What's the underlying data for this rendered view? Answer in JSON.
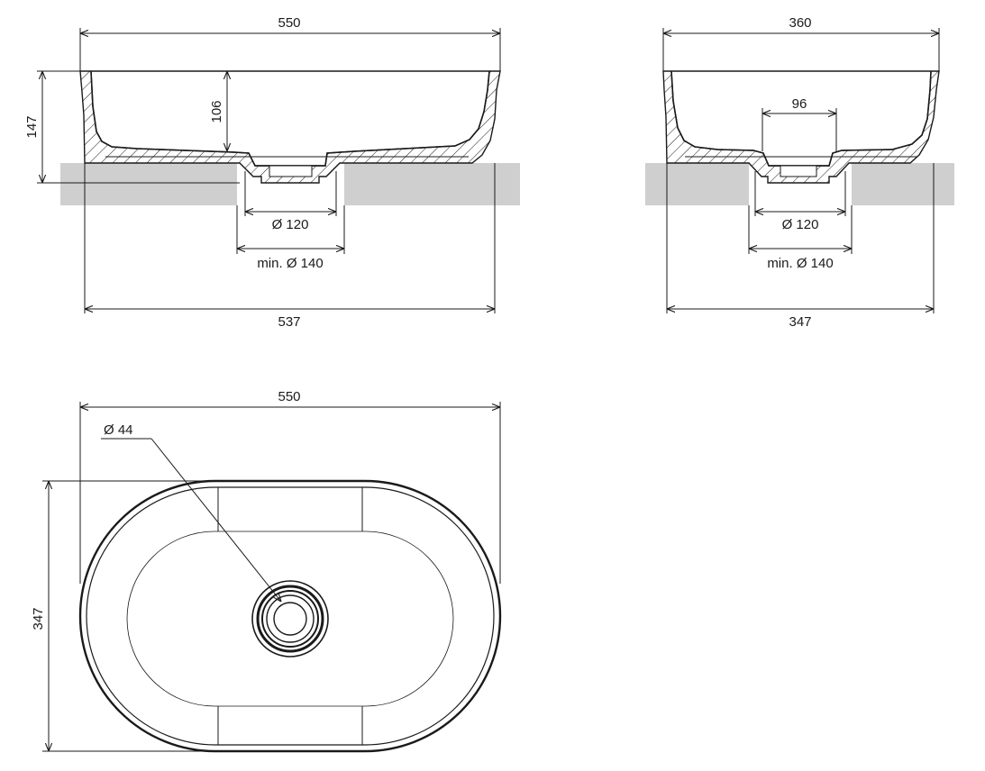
{
  "front_view": {
    "top_width": "550",
    "height": "147",
    "depth": "106",
    "waste_diameter": "Ø 120",
    "cutout_diameter": "min. Ø 140",
    "base_width": "537"
  },
  "side_view": {
    "top_width": "360",
    "waste_width": "96",
    "waste_diameter": "Ø 120",
    "cutout_diameter": "min. Ø 140",
    "base_width": "347"
  },
  "top_view": {
    "length": "550",
    "drain_diameter": "Ø 44",
    "width": "347"
  },
  "colors": {
    "line": "#1a1a1a",
    "countertop": "#cfcfcf",
    "background": "#ffffff"
  }
}
